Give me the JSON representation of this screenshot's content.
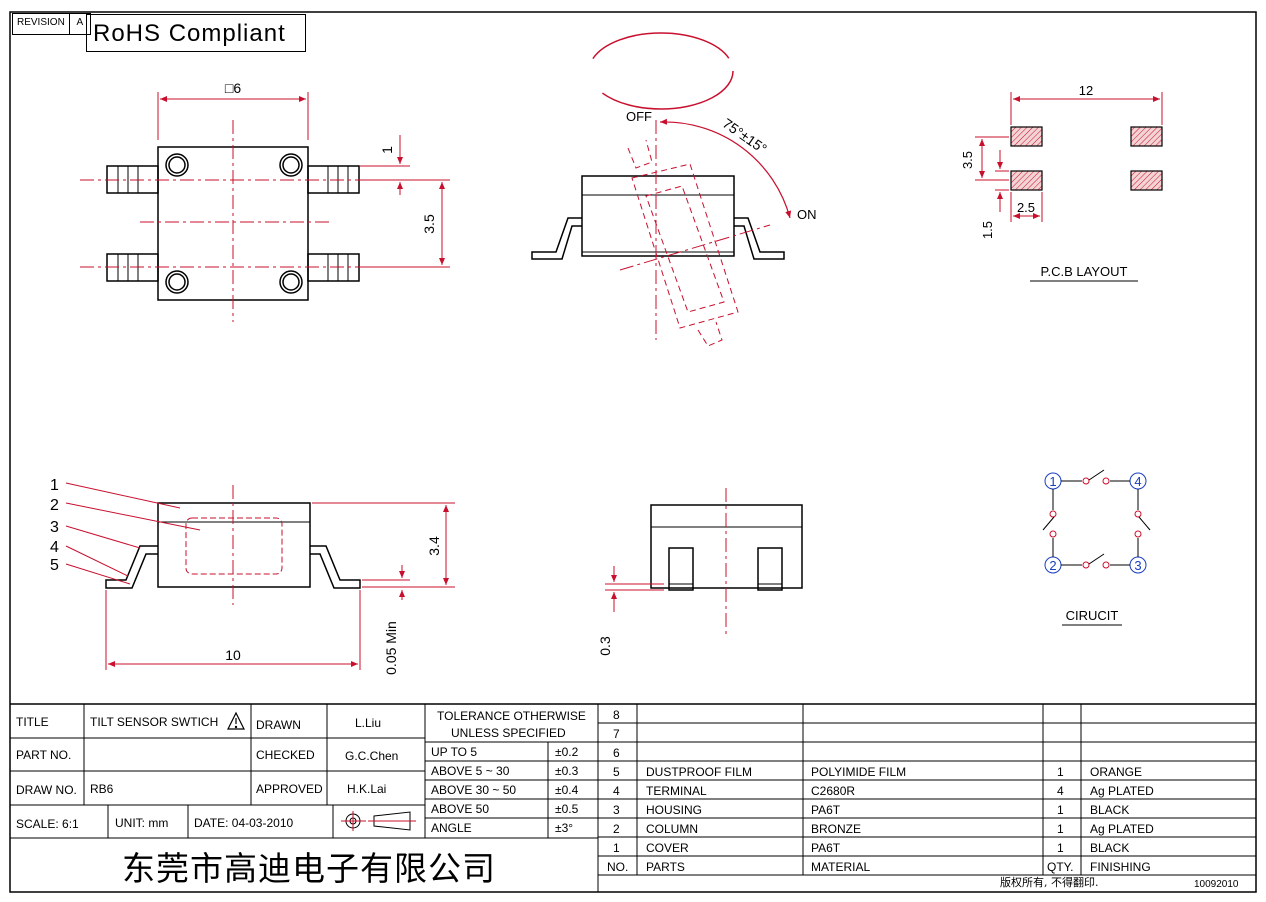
{
  "header": {
    "revision_label": "REVISION",
    "revision_value": "A",
    "rohs": "RoHS  Compliant"
  },
  "dimensions": {
    "top_width": "□6",
    "top_pin_offset": "1",
    "top_pitch": "3.5",
    "tilt_angle": "75°±15°",
    "state_off": "OFF",
    "state_on": "ON",
    "pcb_width": "12",
    "pcb_pitch": "3.5",
    "pcb_pad_w": "2.5",
    "pcb_pad_h": "1.5",
    "side_height": "3.4",
    "side_length": "10",
    "standoff": "0.05 Min",
    "front_standoff": "0.3"
  },
  "labels": {
    "pcb_layout": "P.C.B  LAYOUT",
    "circuit": "CIRUCIT",
    "callouts": [
      "1",
      "2",
      "3",
      "4",
      "5"
    ],
    "pins": [
      "1",
      "4",
      "2",
      "3"
    ]
  },
  "title_block": {
    "title_label": "TITLE",
    "title_value": "TILT  SENSOR  SWTICH",
    "drawn_label": "DRAWN",
    "drawn_value": "L.Liu",
    "part_no_label": "PART NO.",
    "part_no_value": "",
    "checked_label": "CHECKED",
    "checked_value": "G.C.Chen",
    "draw_no_label": "DRAW  NO.",
    "draw_no_value": "RB6",
    "approved_label": "APPROVED",
    "approved_value": "H.K.Lai",
    "scale": "SCALE:  6:1",
    "unit": "UNIT:  mm",
    "date": "DATE:  04-03-2010",
    "company": "东莞市高迪电子有限公司"
  },
  "tolerance": {
    "header_line1": "TOLERANCE  OTHERWISE",
    "header_line2": "UNLESS  SPECIFIED",
    "rows": [
      {
        "range": "UP  TO  5",
        "tol": "±0.2"
      },
      {
        "range": "ABOVE  5 ~ 30",
        "tol": "±0.3"
      },
      {
        "range": "ABOVE  30 ~ 50",
        "tol": "±0.4"
      },
      {
        "range": "ABOVE  50",
        "tol": "±0.5"
      },
      {
        "range": "ANGLE",
        "tol": "±3°"
      }
    ]
  },
  "bom": {
    "rows": [
      {
        "no": "8",
        "part": "",
        "material": "",
        "qty": "",
        "finishing": ""
      },
      {
        "no": "7",
        "part": "",
        "material": "",
        "qty": "",
        "finishing": ""
      },
      {
        "no": "6",
        "part": "",
        "material": "",
        "qty": "",
        "finishing": ""
      },
      {
        "no": "5",
        "part": "DUSTPROOF  FILM",
        "material": "POLYIMIDE  FILM",
        "qty": "1",
        "finishing": "ORANGE"
      },
      {
        "no": "4",
        "part": "TERMINAL",
        "material": "C2680R",
        "qty": "4",
        "finishing": "Ag  PLATED"
      },
      {
        "no": "3",
        "part": "HOUSING",
        "material": "PA6T",
        "qty": "1",
        "finishing": "BLACK"
      },
      {
        "no": "2",
        "part": "COLUMN",
        "material": "BRONZE",
        "qty": "1",
        "finishing": "Ag  PLATED"
      },
      {
        "no": "1",
        "part": "COVER",
        "material": "PA6T",
        "qty": "1",
        "finishing": "BLACK"
      }
    ],
    "header": {
      "no": "NO.",
      "part": "PARTS",
      "material": "MATERIAL",
      "qty": "QTY.",
      "finishing": "FINISHING"
    },
    "copyright": "版权所有, 不得翻印.",
    "doc_number": "10092010"
  },
  "colors": {
    "line": "#000000",
    "dimension": "#c8102e",
    "pad_fill": "#e9b1b1",
    "pin_circle": "#1a3fbf"
  }
}
